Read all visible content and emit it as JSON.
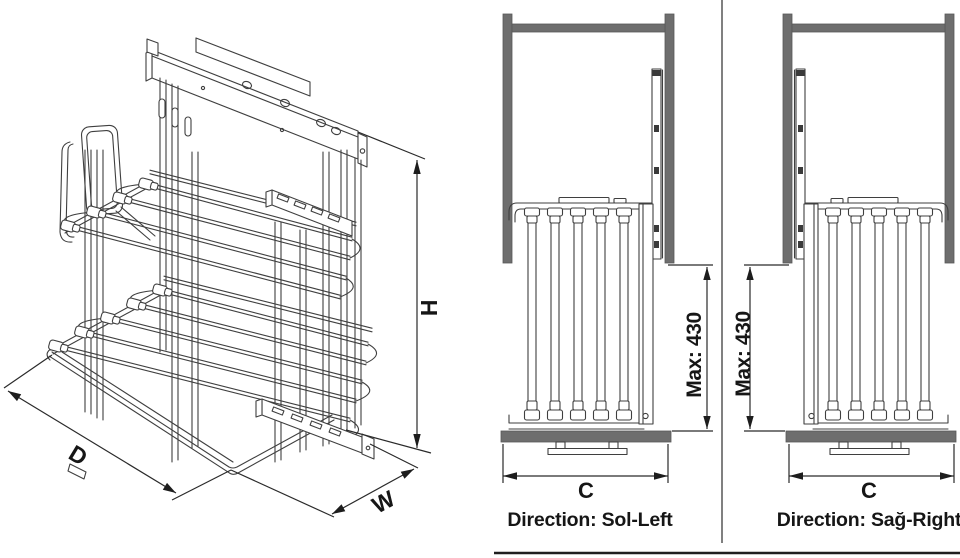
{
  "colors": {
    "background": "#ffffff",
    "line_art": "#3f3f3f",
    "cabinet_gray": "#6e6e6e",
    "text": "#161616"
  },
  "isometric_view": {
    "height_label": "H",
    "depth_label": "D",
    "width_label": "W"
  },
  "front_view_left": {
    "max_height_label": "Max: 430",
    "width_label": "C",
    "direction_label": "Direction: Sol-Left"
  },
  "front_view_right": {
    "max_height_label": "Max: 430",
    "width_label": "C",
    "direction_label": "Direction: Sağ-Right"
  }
}
